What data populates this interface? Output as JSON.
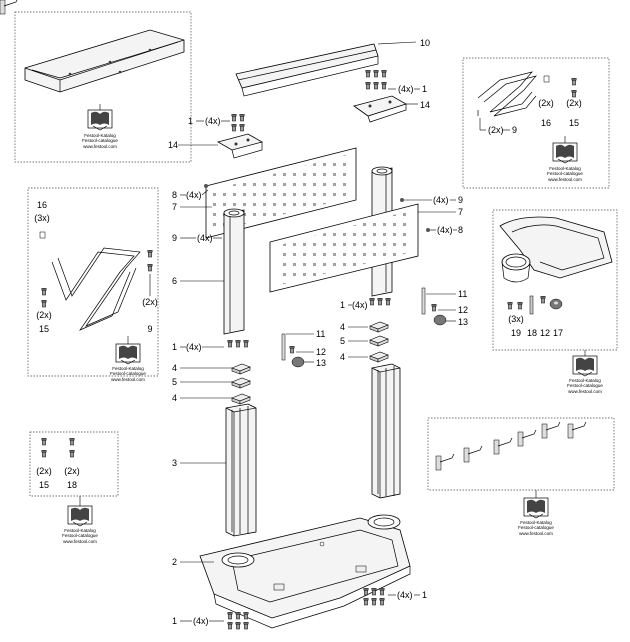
{
  "callouts": {
    "c10": "10",
    "c1a": "1",
    "c1a_qty": "(4x)",
    "c14a": "14",
    "c1b": "1",
    "c1b_qty": "(4x)",
    "c14b": "14",
    "c8a": "8",
    "c8a_qty": "(4x)",
    "c7a": "7",
    "c9a": "9",
    "c9a_qty": "(4x)",
    "c6": "6",
    "c9b": "9",
    "c9b_qty": "(4x)",
    "c7b": "7",
    "c8b": "8",
    "c8b_qty": "(4x)",
    "c11a": "11",
    "c12a": "12",
    "c13a": "13",
    "c1c": "1",
    "c1c_qty": "(4x)",
    "c4a": "4",
    "c5a": "5",
    "c4b": "4",
    "c1d": "1",
    "c1d_qty": "(4x)",
    "c4c": "4",
    "c5b": "5",
    "c4d": "4",
    "c11b": "11",
    "c12b": "12",
    "c13b": "13",
    "c3": "3",
    "c2": "2",
    "c1e": "1",
    "c1e_qty": "(4x)",
    "c1f": "1",
    "c1f_qty": "(4x)"
  },
  "insets": {
    "shelf": {
      "catalog_label": "Festool-Katalog",
      "catalog_label2": "Festool-catalogue",
      "url": "www.festool.com"
    },
    "hanger_top": {
      "n2x": "(2x)",
      "n16": "16",
      "n2x_b": "(2x)",
      "n15": "15",
      "n2x_c": "(2x)",
      "n9": "9",
      "catalog_label": "Festool-Katalog",
      "catalog_label2": "Festool-catalogue",
      "url": "www.festool.com"
    },
    "hanger_left": {
      "n16": "16",
      "n3x": "(3x)",
      "n2x": "(2x)",
      "n15": "15",
      "n2x_b": "(2x)",
      "n9": "9",
      "catalog_label": "Festool-Katalog",
      "catalog_label2": "Festool-catalogue",
      "url": "www.festool.com"
    },
    "tray": {
      "n3x": "(3x)",
      "n19": "19",
      "n18": "18",
      "n12": "12",
      "n17": "17",
      "catalog_label": "Festool-Katalog",
      "catalog_label2": "Festool-catalogue",
      "url": "www.festool.com"
    },
    "small_parts": {
      "n2x": "(2x)",
      "n15": "15",
      "n2x_b": "(2x)",
      "n18": "18",
      "catalog_label": "Festool-Katalog",
      "catalog_label2": "Festool-catalogue",
      "url": "www.festool.com"
    },
    "hooks": {
      "catalog_label": "Festool-Katalog",
      "catalog_label2": "Festool-catalogue",
      "url": "www.festool.com"
    }
  }
}
